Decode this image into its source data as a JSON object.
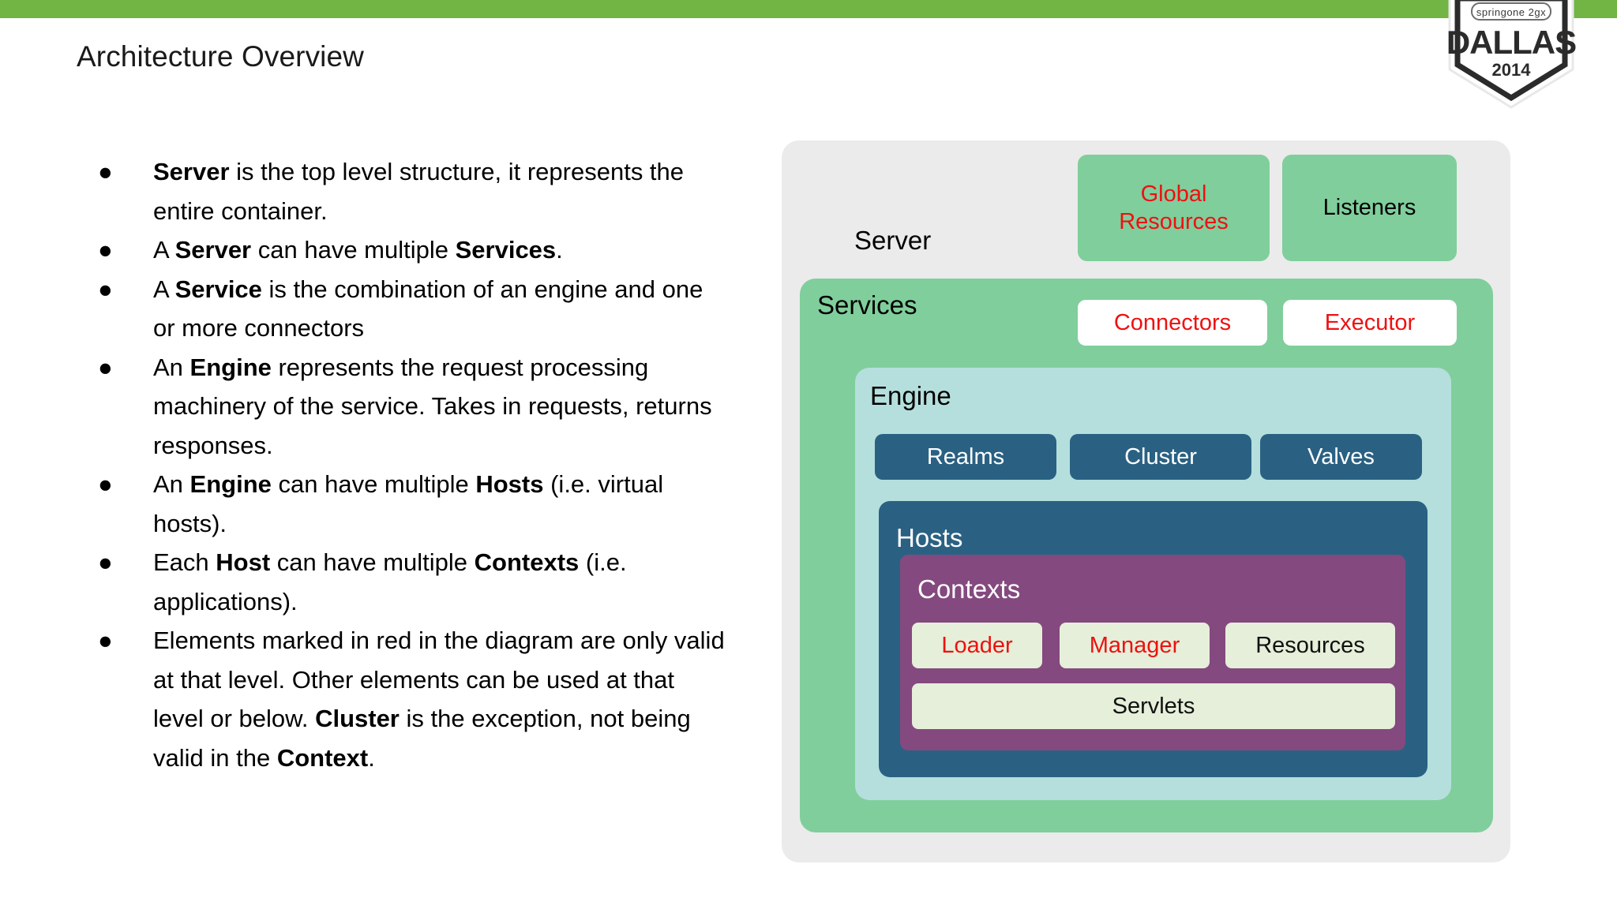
{
  "theme": {
    "band_green": "#72b544",
    "panel_gray": "#ebebeb",
    "services_green": "#80ce9c",
    "engine_teal": "#b5dfdd",
    "hosts_blue": "#2a6183",
    "contexts_purple": "#84497f",
    "chip_pale": "#e5efd9",
    "red_accent": "#ee1111"
  },
  "header": {
    "title": "Architecture Overview",
    "logo": {
      "brand": "springone",
      "brand_suffix": "2gx",
      "city": "DALLAS",
      "year": "2014"
    }
  },
  "bullets": [
    {
      "marker": "●",
      "runs": [
        {
          "text": "Server",
          "bold": true
        },
        {
          "text": " is the top level structure, it represents the entire container.",
          "bold": false
        }
      ]
    },
    {
      "marker": "●",
      "runs": [
        {
          "text": "A ",
          "bold": false
        },
        {
          "text": "Server",
          "bold": true
        },
        {
          "text": " can have multiple ",
          "bold": false
        },
        {
          "text": "Services",
          "bold": true
        },
        {
          "text": ".",
          "bold": false
        }
      ]
    },
    {
      "marker": "●",
      "runs": [
        {
          "text": "A ",
          "bold": false
        },
        {
          "text": "Service",
          "bold": true
        },
        {
          "text": " is the combination of an engine and one or more connectors",
          "bold": false
        }
      ]
    },
    {
      "marker": "●",
      "runs": [
        {
          "text": "An ",
          "bold": false
        },
        {
          "text": "Engine",
          "bold": true
        },
        {
          "text": " represents the request processing machinery of the service.  Takes in requests, returns responses.",
          "bold": false
        }
      ]
    },
    {
      "marker": "●",
      "runs": [
        {
          "text": "An ",
          "bold": false
        },
        {
          "text": "Engine",
          "bold": true
        },
        {
          "text": " can have multiple ",
          "bold": false
        },
        {
          "text": "Hosts",
          "bold": true
        },
        {
          "text": " (i.e. virtual hosts).",
          "bold": false
        }
      ]
    },
    {
      "marker": "●",
      "runs": [
        {
          "text": "Each ",
          "bold": false
        },
        {
          "text": "Host",
          "bold": true
        },
        {
          "text": " can have multiple ",
          "bold": false
        },
        {
          "text": "Contexts",
          "bold": true
        },
        {
          "text": " (i.e. applications).",
          "bold": false
        }
      ]
    },
    {
      "marker": "●",
      "runs": [
        {
          "text": "Elements marked in red in the diagram are only valid at that level.  Other elements can be used at that level or below.  ",
          "bold": false
        },
        {
          "text": "Cluster",
          "bold": true
        },
        {
          "text": " is the exception, not being valid in the ",
          "bold": false
        },
        {
          "text": "Context",
          "bold": true
        },
        {
          "text": ".",
          "bold": false
        }
      ]
    }
  ],
  "diagram": {
    "levels": {
      "server": "Server",
      "services": "Services",
      "engine": "Engine",
      "hosts": "Hosts",
      "contexts": "Contexts"
    },
    "chips": {
      "global_resources_line1": "Global",
      "global_resources_line2": "Resources",
      "listeners": "Listeners",
      "connectors": "Connectors",
      "executor": "Executor",
      "realms": "Realms",
      "cluster": "Cluster",
      "valves": "Valves",
      "loader": "Loader",
      "manager": "Manager",
      "resources": "Resources",
      "servlets": "Servlets"
    }
  }
}
